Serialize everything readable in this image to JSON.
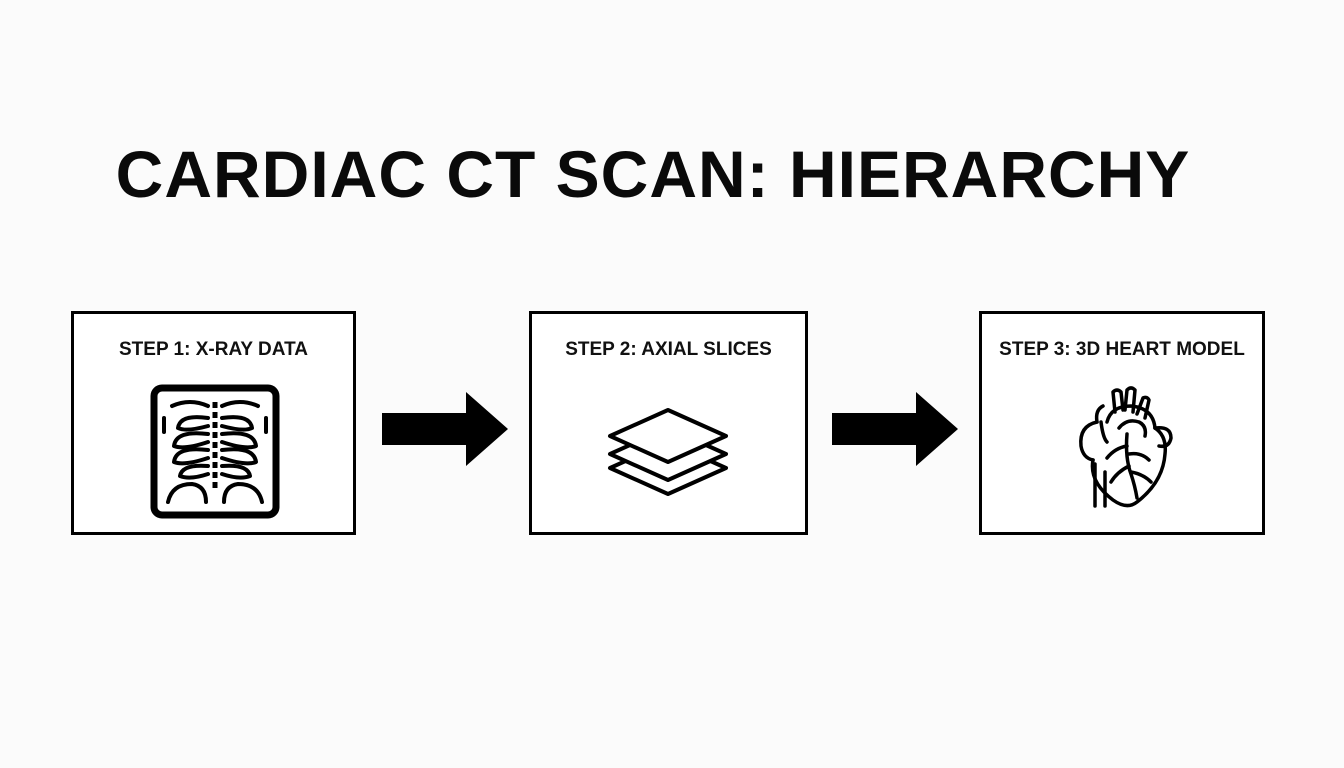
{
  "title": "CARDIAC CT SCAN: HIERARCHY",
  "steps": [
    {
      "label": "STEP 1: X-RAY DATA",
      "icon": "chest-xray-icon"
    },
    {
      "label": "STEP 2: AXIAL SLICES",
      "icon": "stacked-layers-icon"
    },
    {
      "label": "STEP 3: 3D HEART MODEL",
      "icon": "anatomical-heart-icon"
    }
  ],
  "connectors": [
    "right-arrow-icon",
    "right-arrow-icon"
  ],
  "colors": {
    "background": "#fbfbfb",
    "ink": "#000000",
    "box_fill": "#ffffff"
  }
}
